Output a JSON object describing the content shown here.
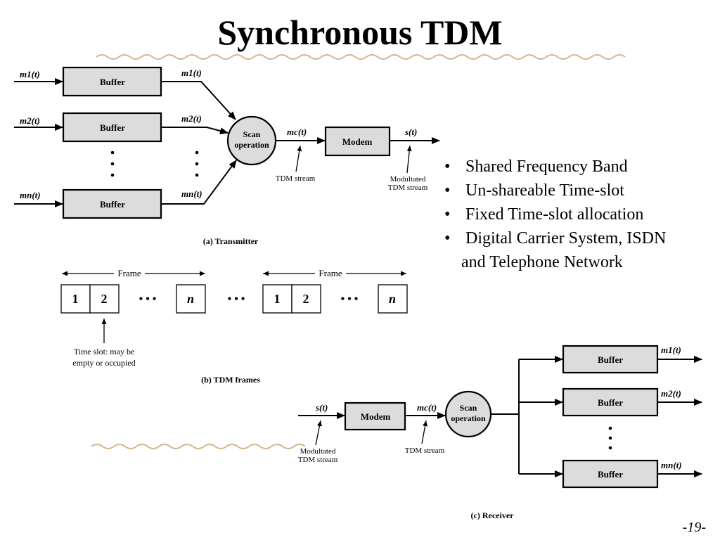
{
  "slide": {
    "title": "Synchronous TDM",
    "page_number": "-19-"
  },
  "transmitter": {
    "inputs": [
      "m1(t)",
      "m2(t)",
      "mn(t)"
    ],
    "outputs": [
      "m1(t)",
      "m2(t)",
      "mn(t)"
    ],
    "buffer_label": "Buffer",
    "scan": [
      "Scan",
      "operation"
    ],
    "mc": "mc(t)",
    "modem": "Modem",
    "st": "s(t)",
    "tdm_stream": "TDM stream",
    "modulated": [
      "Modultated",
      "TDM stream"
    ],
    "caption": "(a) Transmitter"
  },
  "frames": {
    "frame_label": "Frame",
    "slots": [
      "1",
      "2",
      "n"
    ],
    "dots": "• • •",
    "slot_note": [
      "Time slot: may be",
      "empty or occupied"
    ],
    "caption": "(b) TDM frames"
  },
  "receiver": {
    "st": "s(t)",
    "modem": "Modem",
    "mc": "mc(t)",
    "scan": [
      "Scan",
      "operation"
    ],
    "buffer_label": "Buffer",
    "outputs": [
      "m1(t)",
      "m2(t)",
      "mn(t)"
    ],
    "modulated": [
      "Modultated",
      "TDM stream"
    ],
    "tdm_stream": "TDM stream",
    "caption": "(c) Receiver"
  },
  "bullets": {
    "items": [
      "Shared Frequency Band",
      "Un-shareable Time-slot",
      "Fixed Time-slot allocation",
      "Digital Carrier System, ISDN"
    ],
    "continuation": "and Telephone Network"
  },
  "colors": {
    "buffer_fill": "#dcdcdc",
    "divider": "#d2b48c"
  }
}
